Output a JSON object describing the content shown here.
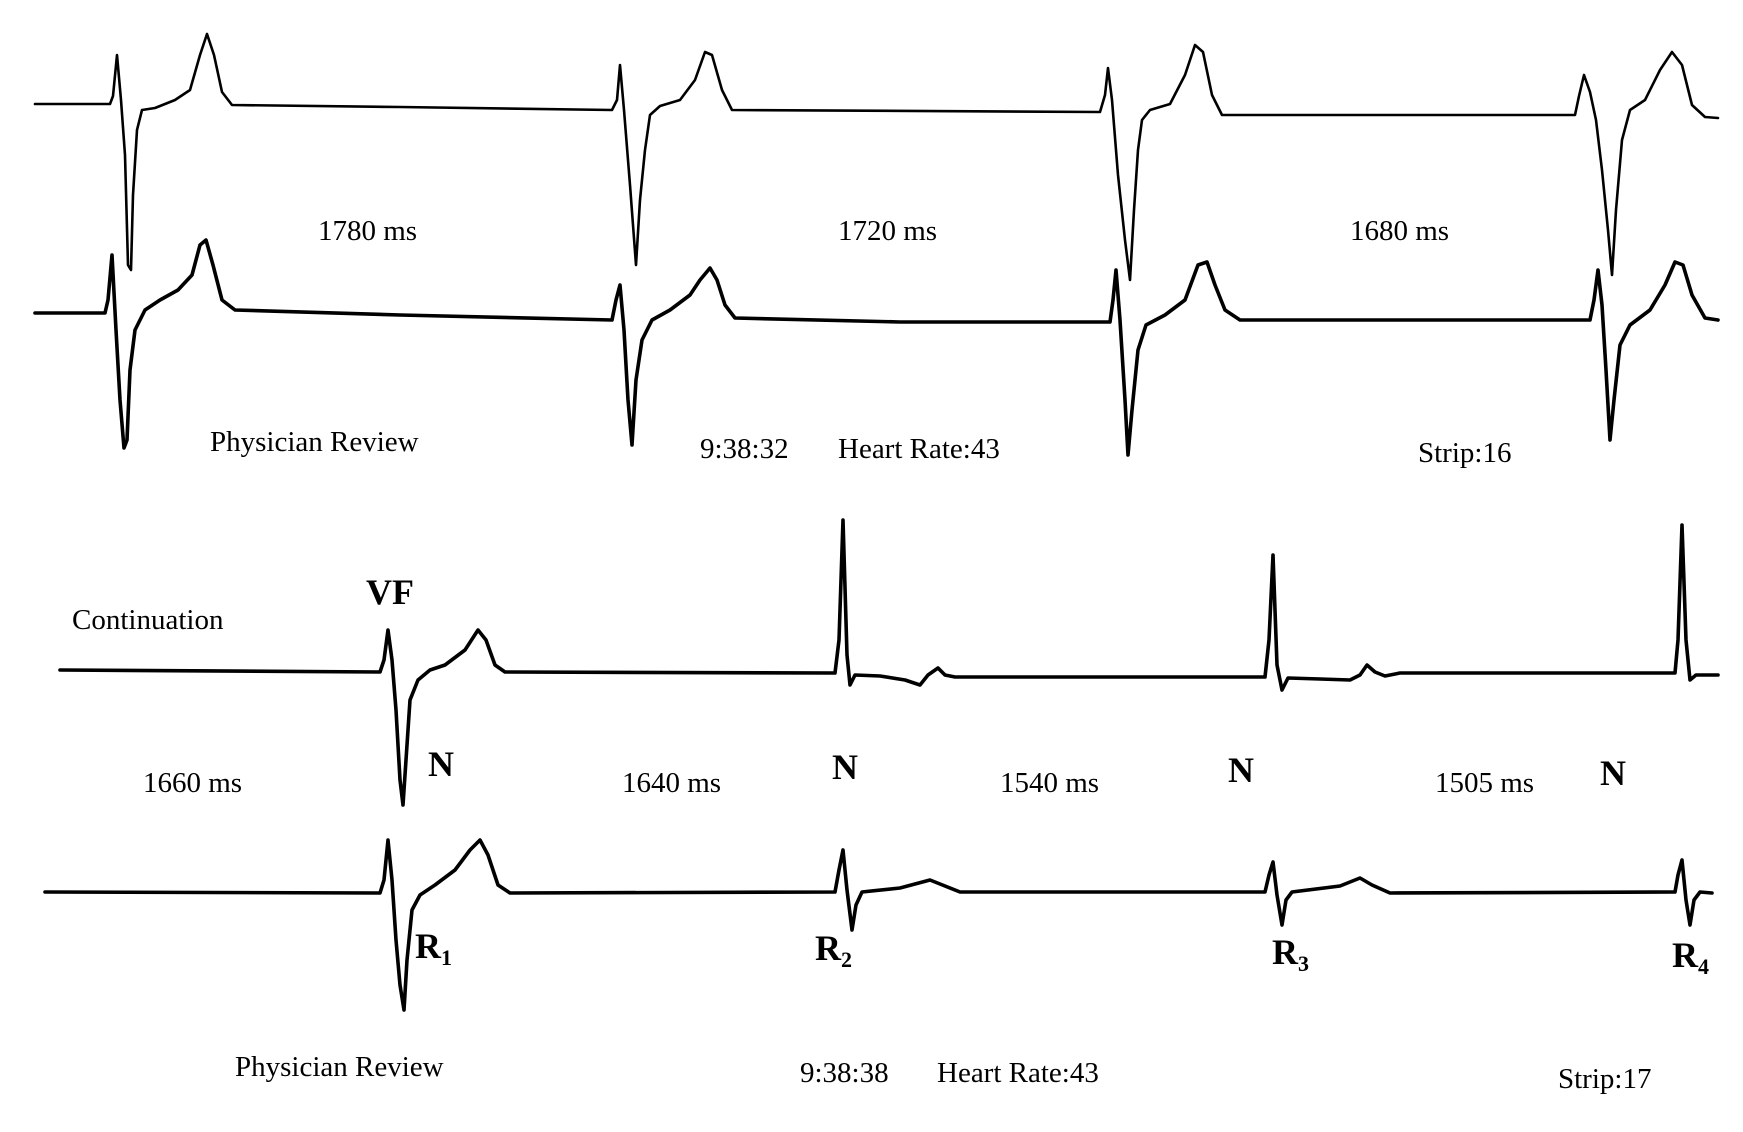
{
  "strip16": {
    "intervals": [
      "1780 ms",
      "1720 ms",
      "1680 ms"
    ],
    "review_label": "Physician Review",
    "time": "9:38:32",
    "heart_rate": "Heart Rate:43",
    "strip": "Strip:16"
  },
  "strip17": {
    "continuation": "Continuation",
    "vf_label": "VF",
    "intervals": [
      "1660 ms",
      "1640 ms",
      "1540 ms",
      "1505 ms"
    ],
    "n_labels": [
      "N",
      "N",
      "N",
      "N"
    ],
    "r_labels": [
      {
        "letter": "R",
        "sub": "1"
      },
      {
        "letter": "R",
        "sub": "2"
      },
      {
        "letter": "R",
        "sub": "3"
      },
      {
        "letter": "R",
        "sub": "4"
      }
    ],
    "review_label": "Physician Review",
    "time": "9:38:38",
    "heart_rate": "Heart Rate:43",
    "strip": "Strip:17"
  }
}
